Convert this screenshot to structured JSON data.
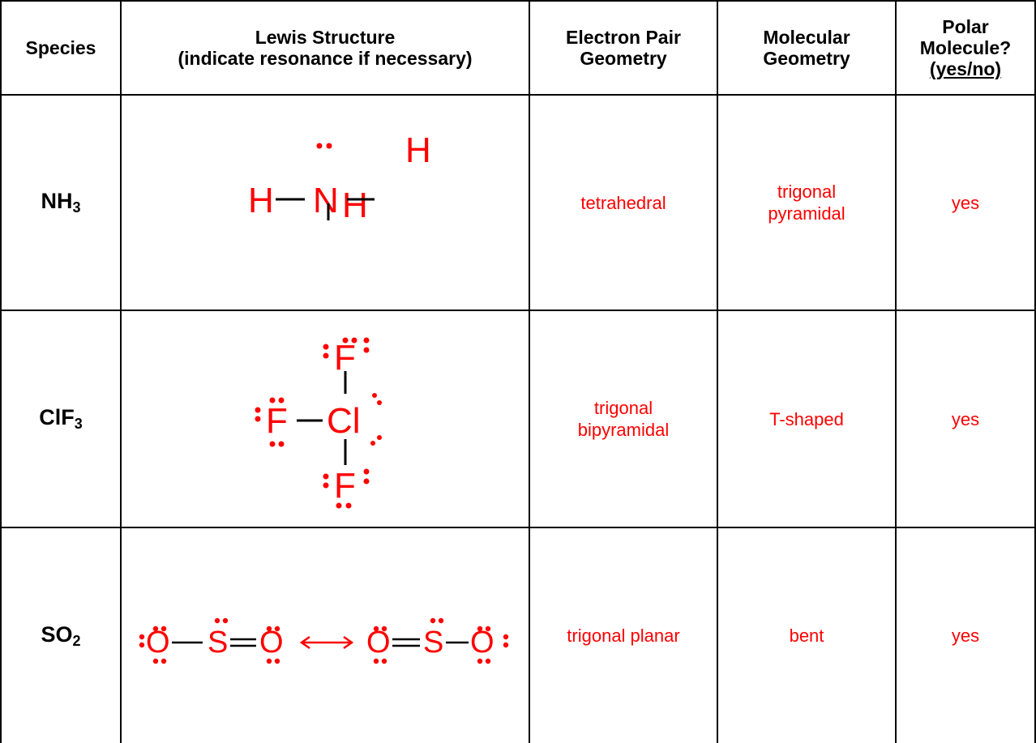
{
  "headers": {
    "species": "Species",
    "lewis_line1": "Lewis Structure",
    "lewis_line2": "(indicate resonance if necessary)",
    "electron_line1": "Electron Pair",
    "electron_line2": "Geometry",
    "molecular_line1": "Molecular",
    "molecular_line2": "Geometry",
    "polar_line1": "Polar",
    "polar_line2": "Molecule?",
    "polar_line3": "(yes/no)"
  },
  "rows": [
    {
      "species_base": "NH",
      "species_sub": "3",
      "lewis_atoms": [
        "H",
        "N",
        "H",
        "H"
      ],
      "electron_geometry_line1": "tetrahedral",
      "electron_geometry_line2": "",
      "molecular_geometry_line1": "trigonal",
      "molecular_geometry_line2": "pyramidal",
      "polar": "yes"
    },
    {
      "species_base": "ClF",
      "species_sub": "3",
      "lewis_atoms": [
        "F",
        "F",
        "Cl",
        "F"
      ],
      "electron_geometry_line1": "trigonal",
      "electron_geometry_line2": "bipyramidal",
      "molecular_geometry_line1": "T-shaped",
      "molecular_geometry_line2": "",
      "polar": "yes"
    },
    {
      "species_base": "SO",
      "species_sub": "2",
      "lewis_atoms": [
        "O",
        "S",
        "O",
        "O",
        "S",
        "O"
      ],
      "electron_geometry_line1": "trigonal planar",
      "electron_geometry_line2": "",
      "molecular_geometry_line1": "bent",
      "molecular_geometry_line2": "",
      "polar": "yes"
    }
  ],
  "colors": {
    "answer": "#ff0000",
    "text": "#000000",
    "grid": "#000000"
  }
}
